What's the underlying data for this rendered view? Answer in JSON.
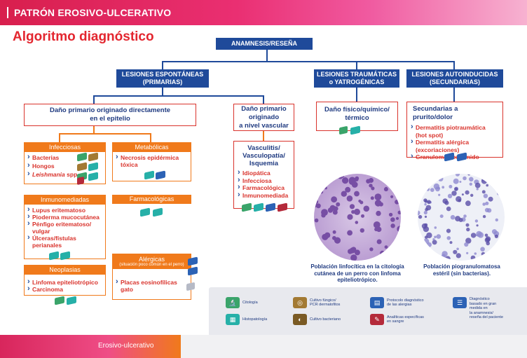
{
  "header": {
    "section": "PATRÓN EROSIVO-ULCERATIVO",
    "title": "Algoritmo diagnóstico"
  },
  "root": {
    "label": "ANAMNESIS/RESEÑA"
  },
  "branches": {
    "primary": {
      "label": "LESIONES ESPONTÁNEAS\n(PRIMARIAS)"
    },
    "trauma": {
      "label": "LESIONES TRAUMÁTICAS\no YATROGÉNICAS"
    },
    "self": {
      "label": "LESIONES AUTOINDUCIDAS\n(SECUNDARIAS)"
    }
  },
  "subgroups": {
    "epithelium": {
      "label": "Daño primario originado directamente\nen el epitelio"
    },
    "vascular": {
      "label": "Daño primario\noriginado\na nivel vascular"
    },
    "physical": {
      "label": "Daño físico/químico/\ntérmico"
    },
    "pruritus": {
      "label": "Secundarias a prurito/dolor"
    }
  },
  "categories": {
    "infecciosas": {
      "title": "Infecciosas",
      "items": [
        "Bacterias",
        "Hongos",
        "spp"
      ],
      "italic_prefix": "Leishmania"
    },
    "metabolicas": {
      "title": "Metabólicas",
      "items": [
        "Necrosis epidérmica tóxica"
      ]
    },
    "farmacologicas": {
      "title": "Farmacológicas"
    },
    "inmunomediadas": {
      "title": "Inmunomediadas",
      "items": [
        "Lupus eritematoso",
        "Pioderma mucocutánea",
        "Pénfigo eritematoso/ vulgar",
        "Úlceras/fístulas perianales"
      ]
    },
    "neoplasias": {
      "title": "Neoplasias",
      "items": [
        "Linfoma epiteliotrópico",
        "Carcinoma"
      ]
    },
    "alergicas": {
      "title": "Alérgicas",
      "subtitle": "(situación poco común en el perro)",
      "items": [
        "Placas eosinofílicas gato"
      ]
    }
  },
  "vascular": {
    "title": "Vasculitis/\nVasculopatía/\nIsquemia",
    "items": [
      "Idiopática",
      "Infecciosa",
      "Farmacológica",
      "Inmunomediada"
    ]
  },
  "secondary_items": [
    "Dermatitis piotraumática (hot spot)",
    "Dermatitis alérgica (excoriaciones)",
    "Granuloma por lamido"
  ],
  "captions": {
    "left": "Población linfocítica en la citología cutánea de un perro con linfoma epiteliotrópico.",
    "right": "Población piogranulomatosa estéril (sin bacterias)."
  },
  "legend": [
    {
      "icon": "microscope-icon",
      "color": "#3aa46a",
      "label": "Citología"
    },
    {
      "icon": "histology-icon",
      "color": "#26b0a8",
      "label": "Histopatología"
    },
    {
      "icon": "petri-dish-icon",
      "color": "#a37a33",
      "label": "Cultivo fúngico/\nPCR dermatofitos"
    },
    {
      "icon": "bacteria-culture-icon",
      "color": "#7a5a24",
      "label": "Cultivo bacteriano"
    },
    {
      "icon": "allergy-protocol-icon",
      "color": "#2c62b5",
      "label": "Protocolo diagnóstico\nde las alergias"
    },
    {
      "icon": "blood-test-icon",
      "color": "#b42a3a",
      "label": "Analíticas específicas\nen sangre"
    },
    {
      "icon": "anamnesis-icon",
      "color": "#2c62b5",
      "label": "Diagnóstico\nbasado en gran\nmedida en\nla anamnesis/\nreseña del paciente"
    }
  ],
  "footer": {
    "label": "Erosivo-ulcerativo"
  },
  "colors": {
    "accent": "#e3262f",
    "navy": "#1f4a9a",
    "orange": "#f07a1b"
  }
}
